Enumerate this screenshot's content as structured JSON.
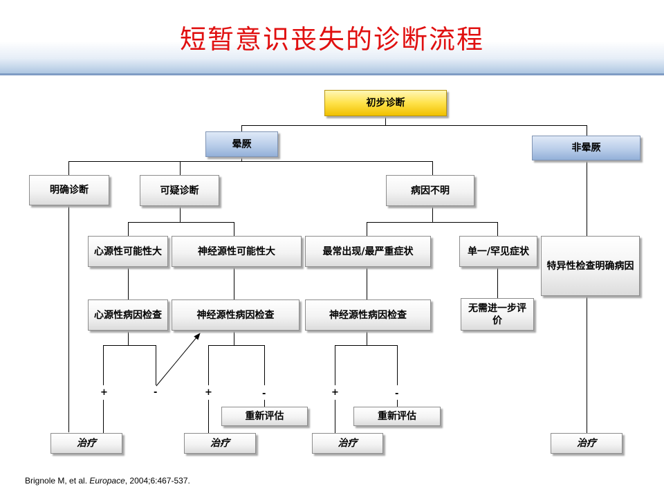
{
  "title": "短暂意识丧失的诊断流程",
  "nodes": {
    "initial": "初步诊断",
    "syncope": "晕厥",
    "non_syncope": "非晕厥",
    "definite": "明确诊断",
    "suspected": "可疑诊断",
    "unexplained": "病因不明",
    "cardiac_likely": "心源性可能性大",
    "neural_likely": "神经源性可能性大",
    "frequent_severe": "最常出现/最严重症状",
    "single_rare": "单一/罕见症状",
    "specific_tests": "特异性检查明确病因",
    "cardiac_eval": "心源性病因检查",
    "neural_eval_1": "神经源性病因检查",
    "neural_eval_2": "神经源性病因检查",
    "no_further": "无需进一步评价",
    "reassess_1": "重新评估",
    "reassess_2": "重新评估",
    "treat_1": "治疗",
    "treat_2": "治疗",
    "treat_3": "治疗",
    "treat_4": "治疗"
  },
  "signs": {
    "plus": "+",
    "minus": "-"
  },
  "citation": {
    "authors": "Brignole M, et al. ",
    "journal": "Europace",
    "details": ", 2004;6:467-537."
  }
}
